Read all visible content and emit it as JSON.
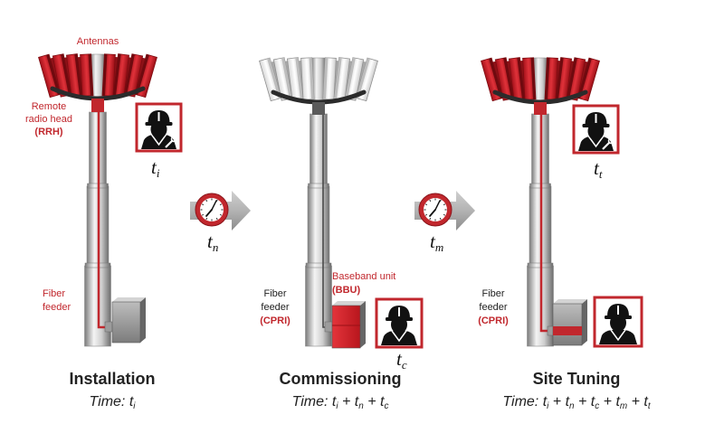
{
  "labels": {
    "antennas": "Antennas",
    "rrh": [
      "Remote",
      "radio head",
      "(RRH)"
    ],
    "fiber_installation": [
      "Fiber",
      "feeder"
    ],
    "fiber_commissioning": [
      "Fiber",
      "feeder",
      "(CPRI)"
    ],
    "bbu": [
      "Baseband unit",
      "(BBU)"
    ],
    "fiber_site_tuning": [
      "Fiber",
      "feeder",
      "(CPRI)"
    ]
  },
  "markers": [
    {
      "base": "t",
      "sub": "i"
    },
    {
      "base": "t",
      "sub": "n"
    },
    {
      "base": "t",
      "sub": "c"
    },
    {
      "base": "t",
      "sub": "m"
    },
    {
      "base": "t",
      "sub": "t"
    }
  ],
  "stages": [
    {
      "title": "Installation",
      "time_prefix": "Time:",
      "operator": "+",
      "terms": [
        {
          "base": "t",
          "sub": "i"
        }
      ]
    },
    {
      "title": "Commissioning",
      "time_prefix": "Time:",
      "operator": "+",
      "terms": [
        {
          "base": "t",
          "sub": "i"
        },
        {
          "base": "t",
          "sub": "n"
        },
        {
          "base": "t",
          "sub": "c"
        }
      ]
    },
    {
      "title": "Site Tuning",
      "time_prefix": "Time:",
      "operator": "+",
      "terms": [
        {
          "base": "t",
          "sub": "i"
        },
        {
          "base": "t",
          "sub": "n"
        },
        {
          "base": "t",
          "sub": "c"
        },
        {
          "base": "t",
          "sub": "m"
        },
        {
          "base": "t",
          "sub": "t"
        }
      ]
    }
  ],
  "icons": {
    "worker": "worker-hardhat-icon",
    "clock": "clock-icon",
    "arrow": "right-arrow-icon"
  },
  "colors": {
    "accent": "#c1272d",
    "steel": "#c9c9c9",
    "panel_idle": "#f2f2f2",
    "box_grey": "#9a9a9a"
  }
}
